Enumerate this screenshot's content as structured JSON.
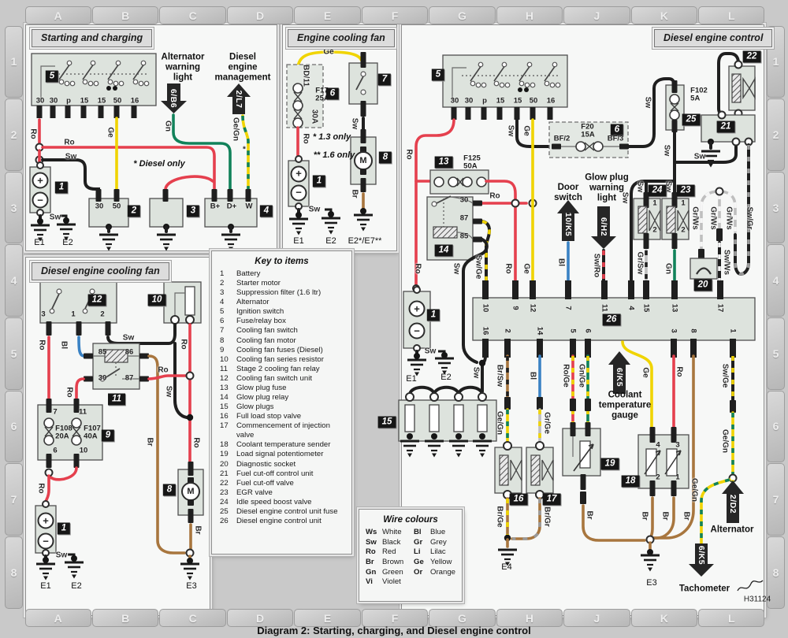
{
  "caption": "Diagram 2: Starting, charging, and Diesel engine control",
  "signature": "H31124",
  "grid": {
    "cols": [
      "A",
      "B",
      "C",
      "D",
      "E",
      "F",
      "G",
      "H",
      "J",
      "K",
      "L"
    ],
    "rows": [
      "1",
      "2",
      "3",
      "4",
      "5",
      "6",
      "7",
      "8"
    ]
  },
  "panels": {
    "p1": {
      "title": "Starting and charging"
    },
    "p2": {
      "title": "Engine cooling fan"
    },
    "p3": {
      "title": "Diesel engine cooling fan"
    },
    "p4": {
      "title": "Diesel engine control"
    }
  },
  "key": {
    "title": "Key to items",
    "items": [
      [
        "1",
        "Battery"
      ],
      [
        "2",
        "Starter motor"
      ],
      [
        "3",
        "Suppression filter (1.6 ltr)"
      ],
      [
        "4",
        "Alternator"
      ],
      [
        "5",
        "Ignition switch"
      ],
      [
        "6",
        "Fuse/relay box"
      ],
      [
        "7",
        "Cooling fan switch"
      ],
      [
        "8",
        "Cooling fan motor"
      ],
      [
        "9",
        "Cooling fan fuses (Diesel)"
      ],
      [
        "10",
        "Cooling fan series resistor"
      ],
      [
        "11",
        "Stage 2 cooling fan relay"
      ],
      [
        "12",
        "Cooling fan switch unit"
      ],
      [
        "13",
        "Glow plug fuse"
      ],
      [
        "14",
        "Glow plug relay"
      ],
      [
        "15",
        "Glow plugs"
      ],
      [
        "16",
        "Full load stop valve"
      ],
      [
        "17",
        "Commencement of injection valve"
      ],
      [
        "18",
        "Coolant temperature sender"
      ],
      [
        "19",
        "Load signal potentiometer"
      ],
      [
        "20",
        "Diagnostic socket"
      ],
      [
        "21",
        "Fuel cut-off control unit"
      ],
      [
        "22",
        "Fuel cut-off valve"
      ],
      [
        "23",
        "EGR valve"
      ],
      [
        "24",
        "Idle speed boost valve"
      ],
      [
        "25",
        "Diesel engine control unit fuse"
      ],
      [
        "26",
        "Diesel engine control unit"
      ]
    ]
  },
  "wire_colours": {
    "title": "Wire colours",
    "col1": [
      [
        "Ws",
        "White"
      ],
      [
        "Sw",
        "Black"
      ],
      [
        "Ro",
        "Red"
      ],
      [
        "Br",
        "Brown"
      ],
      [
        "Gn",
        "Green"
      ],
      [
        "Vi",
        "Violet"
      ]
    ],
    "col2": [
      [
        "Bl",
        "Blue"
      ],
      [
        "Gr",
        "Grey"
      ],
      [
        "Li",
        "Lilac"
      ],
      [
        "Ge",
        "Yellow"
      ],
      [
        "Or",
        "Orange"
      ]
    ]
  },
  "colors": {
    "red": "#e5404e",
    "yellow": "#f0d400",
    "green": "#11825a",
    "blue": "#3a82c4",
    "brown": "#a8763e",
    "black": "#1f1f1f",
    "grey": "#bfbfbf"
  },
  "labels": [
    [
      "5",
      66,
      97,
      "bdg"
    ],
    [
      "30",
      51,
      128,
      "tl"
    ],
    [
      "30",
      68,
      128,
      "tl"
    ],
    [
      "p",
      87,
      128,
      "tl"
    ],
    [
      "15",
      107,
      128,
      "tl"
    ],
    [
      "15",
      129,
      128,
      "tl"
    ],
    [
      "50",
      149,
      128,
      "tl"
    ],
    [
      "16",
      171,
      128,
      "tl"
    ],
    [
      "Ro",
      42,
      170,
      "wl",
      90
    ],
    [
      "Ge",
      140,
      168,
      "wl",
      90
    ],
    [
      "Alternator\nwarning\nlight",
      232,
      86,
      "hd"
    ],
    [
      "6/B6",
      220,
      125,
      "cd",
      90
    ],
    [
      "Diesel\nengine\nmanagement",
      308,
      86,
      "hd"
    ],
    [
      "2/L7",
      303,
      126,
      "cd",
      90
    ],
    [
      "Gn",
      213,
      160,
      "wl",
      90
    ],
    [
      "Ge/Gn",
      299,
      164,
      "wl",
      90
    ],
    [
      "*",
      310,
      190,
      "wl"
    ],
    [
      "Ro",
      88,
      181,
      "wl"
    ],
    [
      "Sw",
      90,
      199,
      "wl"
    ],
    [
      "* Diesel only",
      202,
      208,
      "note"
    ],
    [
      "1",
      78,
      238,
      "bdg"
    ],
    [
      "+",
      51,
      229,
      "pm"
    ],
    [
      "−",
      51,
      254,
      "pm"
    ],
    [
      "Sw",
      70,
      276,
      "wl"
    ],
    [
      "E1",
      50,
      308,
      "gd"
    ],
    [
      "E2",
      86,
      308,
      "gd"
    ],
    [
      "30",
      126,
      262,
      "tl"
    ],
    [
      "50",
      148,
      262,
      "tl"
    ],
    [
      "2",
      170,
      268,
      "bdg"
    ],
    [
      "3",
      245,
      268,
      "bdg"
    ],
    [
      "B+",
      273,
      262,
      "tl"
    ],
    [
      "D+",
      294,
      262,
      "tl"
    ],
    [
      "W",
      316,
      262,
      "tl"
    ],
    [
      "4",
      338,
      268,
      "bdg"
    ],
    [
      "Ge",
      417,
      66,
      "wl"
    ],
    [
      "BD/11",
      388,
      96,
      "wl",
      90
    ],
    [
      "F17\n25A",
      409,
      121,
      "t2"
    ],
    [
      "6",
      422,
      119,
      "bdg"
    ],
    [
      "30A",
      399,
      148,
      "wl",
      90
    ],
    [
      "7",
      488,
      101,
      "bdg"
    ],
    [
      "Ro",
      388,
      176,
      "wl",
      90
    ],
    [
      "* 1.3 only",
      421,
      174,
      "note"
    ],
    [
      "** 1.6 only",
      424,
      197,
      "note"
    ],
    [
      "Sw",
      450,
      157,
      "wl",
      90
    ],
    [
      "8",
      489,
      200,
      "bdg"
    ],
    [
      "1",
      405,
      230,
      "bdg"
    ],
    [
      "+",
      379,
      220,
      "pm"
    ],
    [
      "−",
      379,
      244,
      "pm"
    ],
    [
      "M",
      461,
      204,
      "m"
    ],
    [
      "Br",
      450,
      246,
      "wl",
      90
    ],
    [
      "Sw",
      399,
      266,
      "wl"
    ],
    [
      "E1",
      379,
      306,
      "gd"
    ],
    [
      "E2",
      420,
      306,
      "gd"
    ],
    [
      "E2*/E7**",
      463,
      306,
      "gd"
    ],
    [
      "12",
      123,
      381,
      "bdg"
    ],
    [
      "10",
      199,
      381,
      "bdg"
    ],
    [
      "3",
      55,
      399,
      "tl"
    ],
    [
      "1",
      93,
      399,
      "tl"
    ],
    [
      "2",
      130,
      399,
      "tl"
    ],
    [
      "Ro",
      53,
      438,
      "wl",
      90
    ],
    [
      "Bl",
      81,
      438,
      "wl",
      90
    ],
    [
      "Sw",
      163,
      429,
      "wl"
    ],
    [
      "Ro",
      233,
      437,
      "wl",
      90
    ],
    [
      "85",
      130,
      447,
      "tl"
    ],
    [
      "86",
      164,
      447,
      "tl"
    ],
    [
      "30",
      130,
      480,
      "tl"
    ],
    [
      "87",
      164,
      480,
      "tl"
    ],
    [
      "11",
      148,
      507,
      "bdg"
    ],
    [
      "Ro",
      88,
      498,
      "wl",
      90
    ],
    [
      "Ro",
      207,
      470,
      "wl"
    ],
    [
      "Sw",
      214,
      497,
      "wl",
      90
    ],
    [
      "7",
      70,
      523,
      "tl"
    ],
    [
      "11",
      105,
      523,
      "tl"
    ],
    [
      "F108\n20A",
      81,
      550,
      "t2"
    ],
    [
      "F107\n40A",
      117,
      550,
      "t2"
    ],
    [
      "9",
      137,
      553,
      "bdg"
    ],
    [
      "6",
      70,
      572,
      "tl"
    ],
    [
      "10",
      106,
      572,
      "tl"
    ],
    [
      "Br",
      190,
      561,
      "wl",
      90
    ],
    [
      "Ro",
      52,
      620,
      "wl",
      90
    ],
    [
      "Ro",
      249,
      562,
      "wl",
      90
    ],
    [
      "8",
      215,
      622,
      "bdg"
    ],
    [
      "M",
      242,
      624,
      "m"
    ],
    [
      "1",
      81,
      671,
      "bdg"
    ],
    [
      "+",
      58,
      661,
      "pm"
    ],
    [
      "−",
      58,
      687,
      "pm"
    ],
    [
      "Sw",
      78,
      705,
      "wl"
    ],
    [
      "Br",
      251,
      673,
      "wl",
      90
    ],
    [
      "E1",
      58,
      744,
      "gd"
    ],
    [
      "E2",
      97,
      744,
      "gd"
    ],
    [
      "E3",
      243,
      744,
      "gd"
    ],
    [
      "5",
      556,
      95,
      "bdg"
    ],
    [
      "30",
      577,
      128,
      "tl"
    ],
    [
      "30",
      595,
      128,
      "tl"
    ],
    [
      "p",
      615,
      128,
      "tl"
    ],
    [
      "15",
      635,
      128,
      "tl"
    ],
    [
      "15",
      657,
      128,
      "tl"
    ],
    [
      "50",
      677,
      128,
      "tl"
    ],
    [
      "16",
      699,
      128,
      "tl"
    ],
    [
      "Ro",
      519,
      196,
      "wl",
      90
    ],
    [
      "13",
      563,
      206,
      "bdg"
    ],
    [
      "F125\n50A",
      599,
      207,
      "t2"
    ],
    [
      "Sw",
      648,
      166,
      "wl",
      90
    ],
    [
      "Ge",
      668,
      166,
      "wl",
      90
    ],
    [
      "BF/2",
      713,
      176,
      "tl"
    ],
    [
      "F20\n15A",
      746,
      167,
      "t2"
    ],
    [
      "6",
      783,
      165,
      "bdg"
    ],
    [
      "BF/3",
      781,
      176,
      "tl"
    ],
    [
      "Sw",
      822,
      130,
      "wl",
      90
    ],
    [
      "F102\n5A",
      887,
      121,
      "t2"
    ],
    [
      "25",
      877,
      152,
      "bdg"
    ],
    [
      "22",
      954,
      72,
      "bdg"
    ],
    [
      "21",
      921,
      161,
      "bdg"
    ],
    [
      "Sw",
      846,
      191,
      "wl",
      90
    ],
    [
      "Sw",
      888,
      199,
      "wl"
    ],
    [
      "30",
      589,
      254,
      "tl"
    ],
    [
      "87",
      589,
      277,
      "tl"
    ],
    [
      "85",
      589,
      300,
      "tl"
    ],
    [
      "14",
      563,
      318,
      "bdg"
    ],
    [
      "Ro",
      628,
      249,
      "wl"
    ],
    [
      "Door\nswitch",
      721,
      245,
      "hd"
    ],
    [
      "10/K5",
      721,
      285,
      "cd",
      90
    ],
    [
      "Glow plug\nwarning\nlight",
      770,
      239,
      "hd"
    ],
    [
      "6/H2",
      766,
      288,
      "cd",
      90
    ],
    [
      "Ro",
      530,
      341,
      "wl",
      90
    ],
    [
      "Sw",
      579,
      341,
      "wl",
      90
    ],
    [
      "Sw/Ge",
      607,
      339,
      "wl",
      90
    ],
    [
      "Ro",
      645,
      341,
      "wl",
      90
    ],
    [
      "Ge",
      668,
      341,
      "wl",
      90
    ],
    [
      "Bl",
      712,
      333,
      "wl",
      90
    ],
    [
      "Sw/Ro",
      757,
      337,
      "wl",
      90
    ],
    [
      "Sw",
      793,
      251,
      "wl",
      90
    ],
    [
      "Sw",
      812,
      237,
      "wl",
      90
    ],
    [
      "Sw",
      848,
      237,
      "wl",
      90
    ],
    [
      "1",
      831,
      258,
      "tl"
    ],
    [
      "2",
      831,
      292,
      "tl"
    ],
    [
      "24",
      834,
      242,
      "bdg"
    ],
    [
      "1",
      867,
      258,
      "tl"
    ],
    [
      "2",
      867,
      292,
      "tl"
    ],
    [
      "23",
      870,
      242,
      "bdg"
    ],
    [
      "Gr/Sw",
      812,
      334,
      "wl",
      90
    ],
    [
      "Gn",
      848,
      341,
      "wl",
      90
    ],
    [
      "Gr/Ws",
      882,
      277,
      "wl",
      90
    ],
    [
      "Gr/Ws",
      905,
      277,
      "wl",
      90
    ],
    [
      "Gr/Ws",
      925,
      277,
      "wl",
      90
    ],
    [
      "Sw/Gr",
      951,
      277,
      "wl",
      90
    ],
    [
      "Sw/Ws",
      922,
      333,
      "wl",
      90
    ],
    [
      "20",
      892,
      362,
      "bdg"
    ],
    [
      "26",
      776,
      406,
      "bdg"
    ],
    [
      "10",
      616,
      391,
      "tl",
      90
    ],
    [
      "9",
      654,
      391,
      "tl",
      90
    ],
    [
      "12",
      676,
      391,
      "tl",
      90
    ],
    [
      "7",
      721,
      391,
      "tl",
      90
    ],
    [
      "11",
      767,
      391,
      "tl",
      90
    ],
    [
      "4",
      801,
      391,
      "tl",
      90
    ],
    [
      "15",
      820,
      391,
      "tl",
      90
    ],
    [
      "13",
      856,
      391,
      "tl",
      90
    ],
    [
      "17",
      914,
      391,
      "tl",
      90
    ],
    [
      "16",
      616,
      420,
      "tl",
      90
    ],
    [
      "2",
      644,
      420,
      "tl",
      90
    ],
    [
      "14",
      685,
      420,
      "tl",
      90
    ],
    [
      "5",
      727,
      420,
      "tl",
      90
    ],
    [
      "6",
      746,
      420,
      "tl",
      90
    ],
    [
      "3",
      855,
      420,
      "tl",
      90
    ],
    [
      "8",
      880,
      420,
      "tl",
      90
    ],
    [
      "1",
      930,
      420,
      "tl",
      90
    ],
    [
      "1",
      550,
      400,
      "bdg"
    ],
    [
      "+",
      529,
      392,
      "pm"
    ],
    [
      "−",
      529,
      420,
      "pm"
    ],
    [
      "Sw",
      546,
      446,
      "wl"
    ],
    [
      "E1",
      522,
      481,
      "gd"
    ],
    [
      "E2",
      566,
      479,
      "gd"
    ],
    [
      "15",
      491,
      536,
      "bdg"
    ],
    [
      "Sw",
      604,
      473,
      "wl",
      90
    ],
    [
      "Br/Sw",
      634,
      477,
      "wl",
      90
    ],
    [
      "Ge/Gn",
      634,
      537,
      "wl",
      90
    ],
    [
      "16",
      658,
      634,
      "bdg"
    ],
    [
      "Br/Ge",
      634,
      656,
      "wl",
      90
    ],
    [
      "Bl",
      676,
      477,
      "wl",
      90
    ],
    [
      "Gr/Ge",
      694,
      537,
      "wl",
      90
    ],
    [
      "17",
      700,
      634,
      "bdg"
    ],
    [
      "Br/Gr",
      694,
      656,
      "wl",
      90
    ],
    [
      "E4",
      643,
      720,
      "gd"
    ],
    [
      "Ro/Ge",
      718,
      477,
      "wl",
      90
    ],
    [
      "Gn/Ge",
      738,
      477,
      "wl",
      90
    ],
    [
      "19",
      774,
      589,
      "bdg"
    ],
    [
      "Coolant\ntemperature\ngauge",
      793,
      515,
      "hd"
    ],
    [
      "6/K5",
      786,
      479,
      "cd",
      90
    ],
    [
      "Ge",
      819,
      473,
      "wl",
      90
    ],
    [
      "Ro",
      862,
      472,
      "wl",
      90
    ],
    [
      "4",
      835,
      565,
      "tl"
    ],
    [
      "3",
      860,
      565,
      "tl"
    ],
    [
      "2",
      835,
      606,
      "tl"
    ],
    [
      "1",
      860,
      606,
      "tl"
    ],
    [
      "18",
      800,
      611,
      "bdg"
    ],
    [
      "Br",
      818,
      655,
      "wl",
      90
    ],
    [
      "Br",
      844,
      655,
      "wl",
      90
    ],
    [
      "Br",
      871,
      655,
      "wl",
      90
    ],
    [
      "Br",
      748,
      654,
      "wl",
      90
    ],
    [
      "E3",
      827,
      740,
      "gd"
    ],
    [
      "Sw/Ge",
      920,
      477,
      "wl",
      90
    ],
    [
      "Ge/Gn",
      920,
      560,
      "wl",
      90
    ],
    [
      "Ge/Gn",
      881,
      622,
      "wl",
      90
    ],
    [
      "2/D2",
      930,
      640,
      "cd",
      90
    ],
    [
      "Alternator",
      929,
      673,
      "hd"
    ],
    [
      "6/K5",
      890,
      705,
      "cd",
      90
    ],
    [
      "Tachometer",
      894,
      748,
      "hd"
    ]
  ]
}
